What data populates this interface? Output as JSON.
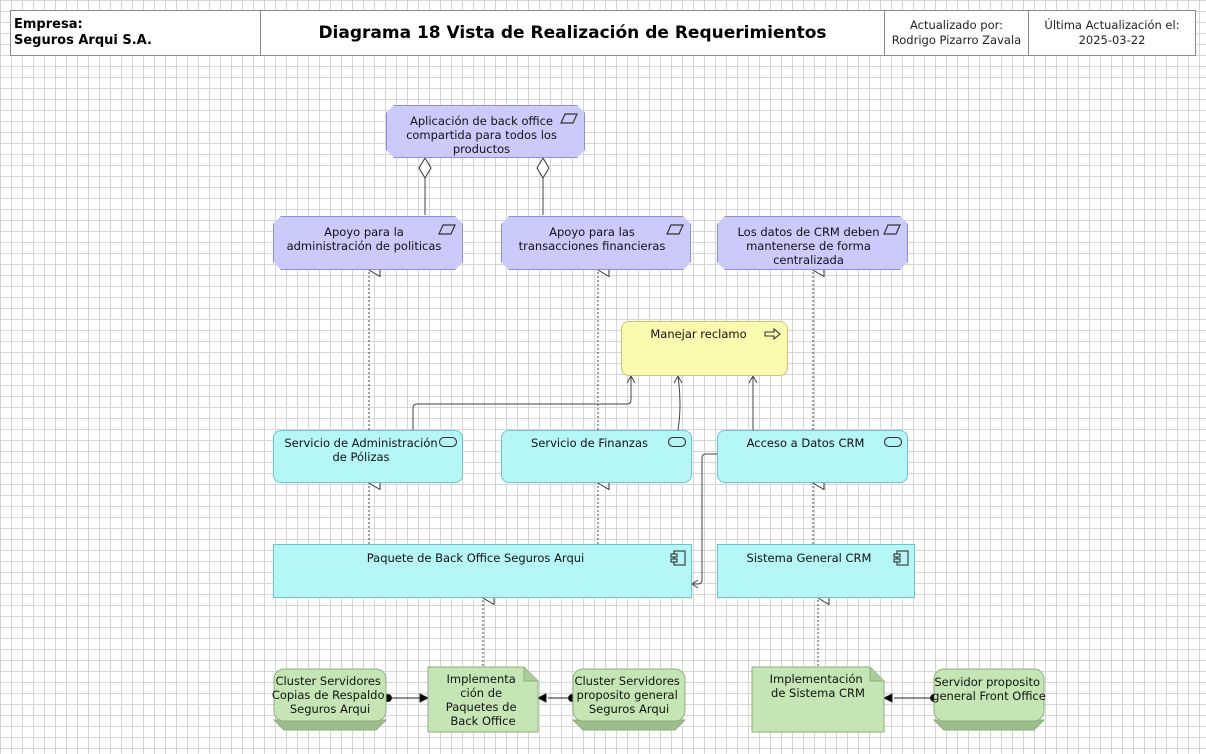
{
  "header": {
    "company_label": "Empresa:",
    "company_name": "Seguros Arqui S.A.",
    "title": "Diagrama 18 Vista de Realización de Requerimientos",
    "updated_by_label": "Actualizado por:",
    "updated_by": "Rodrigo Pizarro Zavala",
    "last_update_label": "Última Actualización el:",
    "last_update": "2025-03-22"
  },
  "nodes": {
    "req_backoffice": "Aplicación de back office compartida para todos los productos",
    "req_politicas": "Apoyo para la administración de politicas",
    "req_financieras": "Apoyo para las transacciones financieras",
    "req_crm": "Los datos de CRM deben mantenerse de forma centralizada",
    "proc_reclamo": "Manejar reclamo",
    "svc_polizas": "Servicio de Administración de Pólizas",
    "svc_finanzas": "Servicio de Finanzas",
    "svc_crm": "Acceso a Datos CRM",
    "comp_backoffice": "Paquete de Back Office Seguros Arqui",
    "comp_crm": "Sistema General CRM",
    "art_paquetes": "Implementa ción de Paquetes de Back Office",
    "art_crm": "Implementación de Sistema CRM",
    "node_cluster_respaldo": "Cluster Servidores Copias de Respaldo Seguros Arqui",
    "node_cluster_general": "Cluster Servidores proposito general Seguros Arqui",
    "node_front": "Servidor proposito general Front Office"
  },
  "colors": {
    "requirement": "#cacbfb",
    "service": "#b5f6f6",
    "process": "#fbfbaf",
    "technology": "#c5e6b4"
  },
  "icons": {
    "requirement": "parallelogram-icon",
    "service": "rounded-pill-icon",
    "process": "arrow-right-icon",
    "component": "component-icon"
  }
}
